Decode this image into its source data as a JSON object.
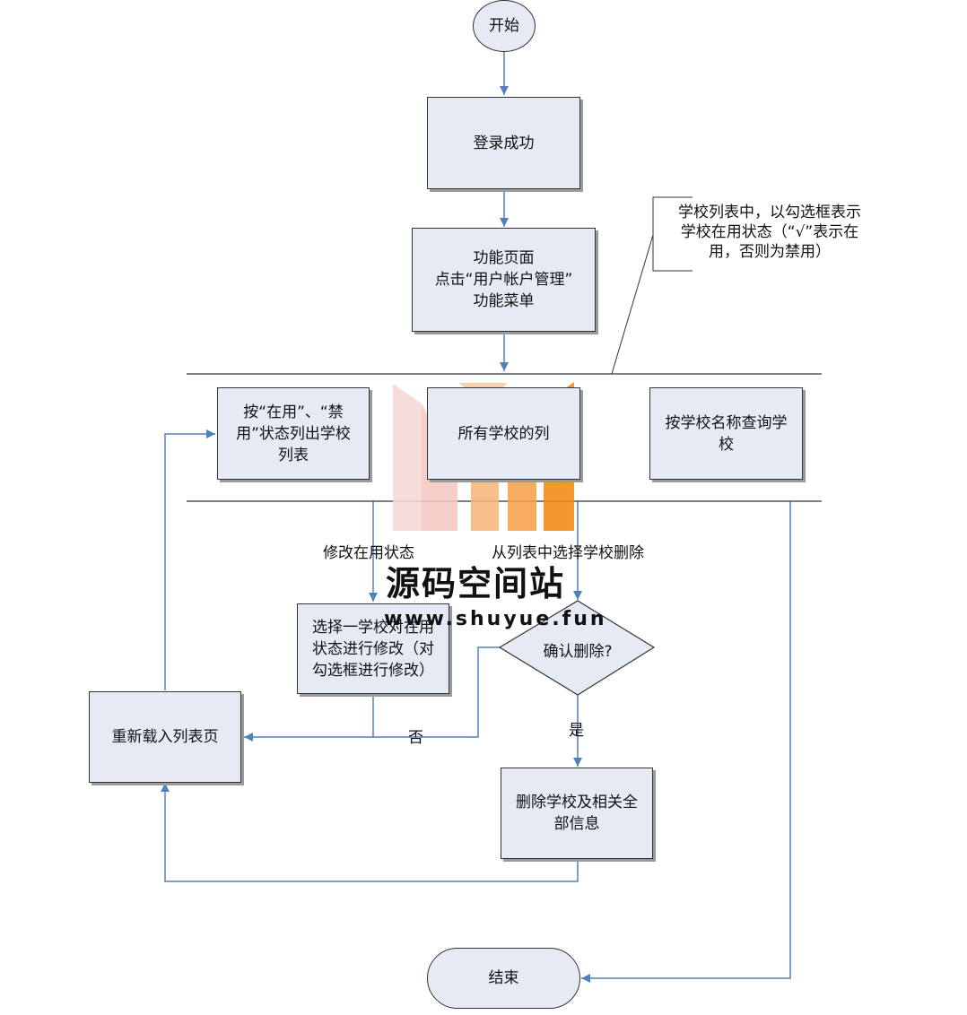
{
  "nodes": {
    "start": "开始",
    "login": "登录成功",
    "menu": "功能页面\n点击“用户帐户管理”\n功能菜单",
    "list_by_status": "按“在用”、“禁\n用”状态列出学校\n列表",
    "list_all": "所有学校的列",
    "query": "按学校名称查询学\n校",
    "modify": "选择一学校对在用\n状态进行修改（对\n勾选框进行修改）",
    "confirm": "确认删除?",
    "reload": "重新载入列表页",
    "delete": "删除学校及相关全\n部信息",
    "end": "结束"
  },
  "labels": {
    "modify_status": "修改在用状态",
    "select_delete": "从列表中选择学校删除",
    "no": "否",
    "yes": "是"
  },
  "note": "学校列表中，以勾选框表示\n学校在用状态（“√”表示在\n用，否则为禁用）",
  "watermark": {
    "title": "源码空间站",
    "url": "www.shuyue.fun"
  },
  "colors": {
    "connector": "#4f81bd",
    "node_fill": "#e6eaf5",
    "watermark_orange": "#f28a12"
  }
}
